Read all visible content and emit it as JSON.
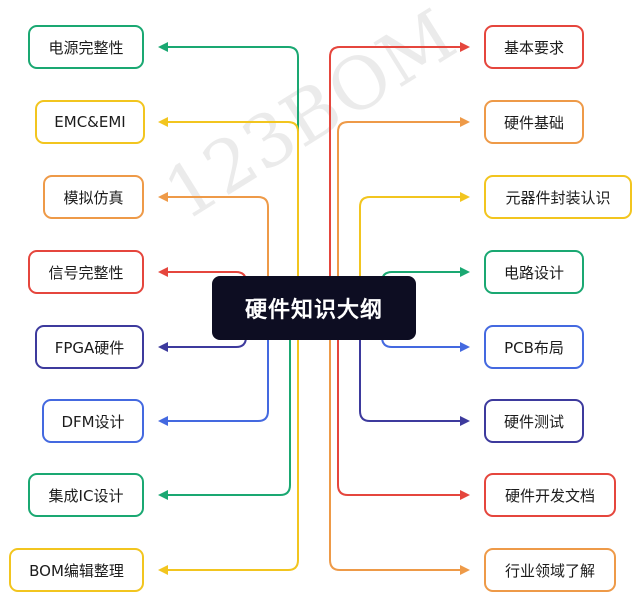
{
  "watermark": "123BOM",
  "center": {
    "label": "硬件知识大纲"
  },
  "left_nodes": [
    {
      "label": "电源完整性",
      "color": "#1aa872"
    },
    {
      "label": "EMC&EMI",
      "color": "#f2c51f"
    },
    {
      "label": "模拟仿真",
      "color": "#ee9a48"
    },
    {
      "label": "信号完整性",
      "color": "#e5463d"
    },
    {
      "label": "FPGA硬件",
      "color": "#3d3a9d"
    },
    {
      "label": "DFM设计",
      "color": "#4469e0"
    },
    {
      "label": "集成IC设计",
      "color": "#1aa872"
    },
    {
      "label": "BOM编辑整理",
      "color": "#f2c51f"
    }
  ],
  "right_nodes": [
    {
      "label": "基本要求",
      "color": "#e5463d"
    },
    {
      "label": "硬件基础",
      "color": "#ee9a48"
    },
    {
      "label": "元器件封装认识",
      "color": "#f2c51f"
    },
    {
      "label": "电路设计",
      "color": "#1aa872"
    },
    {
      "label": "PCB布局",
      "color": "#4469e0"
    },
    {
      "label": "硬件测试",
      "color": "#3d3a9d"
    },
    {
      "label": "硬件开发文档",
      "color": "#e5463d"
    },
    {
      "label": "行业领域了解",
      "color": "#ee9a48"
    }
  ]
}
